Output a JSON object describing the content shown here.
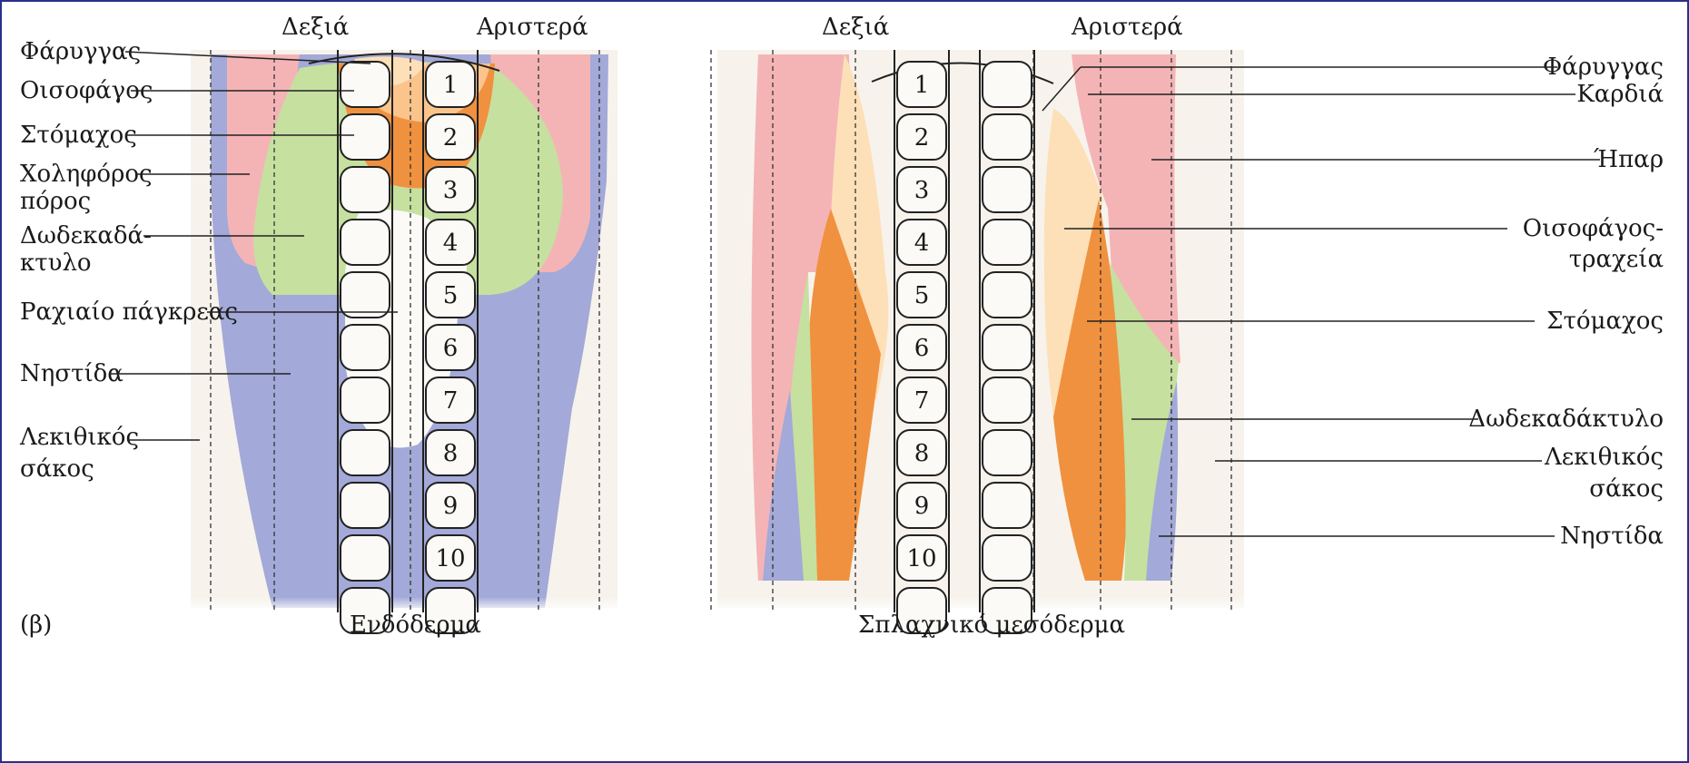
{
  "panel_label": "(β)",
  "left": {
    "title": "Ενδόδερμα",
    "side_right": "Δεξιά",
    "side_left": "Αριστερά",
    "labels": [
      {
        "lines": [
          "Φάρυγγας"
        ]
      },
      {
        "lines": [
          "Οισοφάγος"
        ]
      },
      {
        "lines": [
          "Στόμαχος"
        ]
      },
      {
        "lines": [
          "Χοληφόρος",
          "πόρος"
        ]
      },
      {
        "lines": [
          "Δωδεκαδά-",
          "κτυλο"
        ]
      },
      {
        "lines": [
          "Ραχιαίο πάγκρεας"
        ]
      },
      {
        "lines": [
          "Νηστίδα"
        ]
      },
      {
        "lines": [
          "Λεκιθικός",
          "σάκος"
        ]
      }
    ]
  },
  "right": {
    "title": "Σπλαχνικό μεσόδερμα",
    "side_right": "Δεξιά",
    "side_left": "Αριστερά",
    "labels": [
      {
        "lines": [
          "Φάρυγγας"
        ]
      },
      {
        "lines": [
          "Καρδιά"
        ]
      },
      {
        "lines": [
          "Ήπαρ"
        ]
      },
      {
        "lines": [
          "Οισοφάγος-",
          "τραχεία"
        ]
      },
      {
        "lines": [
          "Στόμαχος"
        ]
      },
      {
        "lines": [
          "Δωδεκαδάκτυλο"
        ]
      },
      {
        "lines": [
          "Λεκιθικός",
          "σάκος"
        ]
      },
      {
        "lines": [
          "Νηστίδα"
        ]
      }
    ]
  },
  "somites": [
    "1",
    "2",
    "3",
    "4",
    "5",
    "6",
    "7",
    "8",
    "9",
    "10"
  ],
  "colors": {
    "frame": "#2a2f8c",
    "pharynx": "#fde0b8",
    "esophagus": "#fbc48c",
    "stomach": "#f0913f",
    "heart_liver": "#f4b4b6",
    "duodenum": "#c6e0a0",
    "jejunum": "#a3a9d8",
    "yolk_sac": "#f7f3ec"
  }
}
